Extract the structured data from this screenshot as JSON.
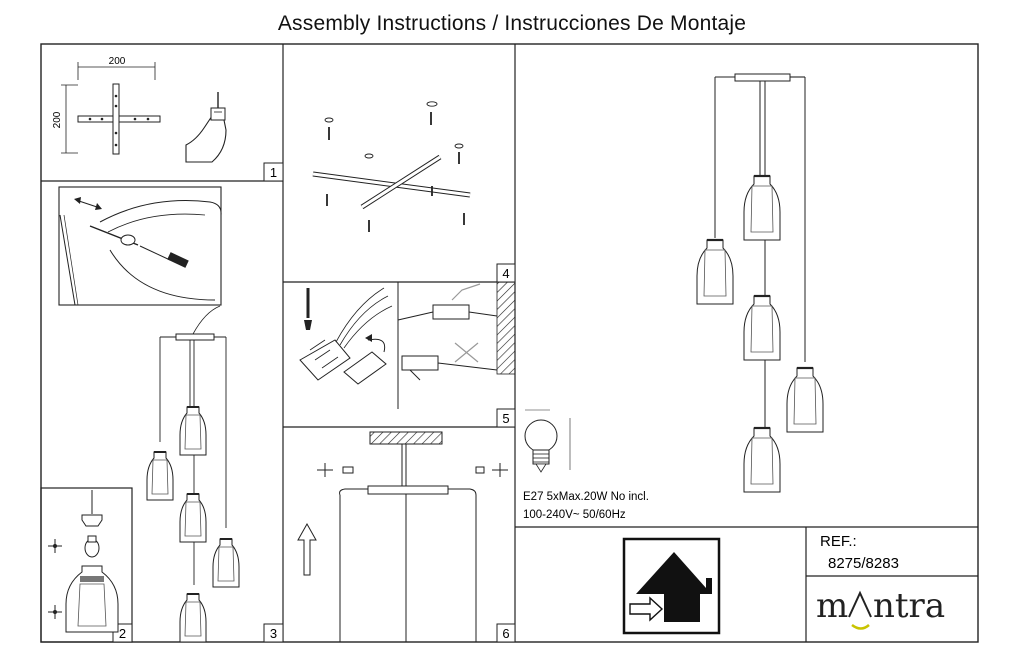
{
  "header": {
    "title": "Assembly Instructions / Instrucciones De Montaje"
  },
  "panels": {
    "step1": {
      "number": "1",
      "dim_horizontal": "200",
      "dim_vertical": "200"
    },
    "step2": {
      "number": "2"
    },
    "step3": {
      "number": "3"
    },
    "step4": {
      "number": "4"
    },
    "step5": {
      "number": "5"
    },
    "step6": {
      "number": "6"
    }
  },
  "specs": {
    "line1": "E27  5xMax.20W   No incl.",
    "line2": "100-240V~ 50/60Hz"
  },
  "reference": {
    "label": "REF.:",
    "code": "8275/8283"
  },
  "brand": {
    "name": "mantra"
  }
}
